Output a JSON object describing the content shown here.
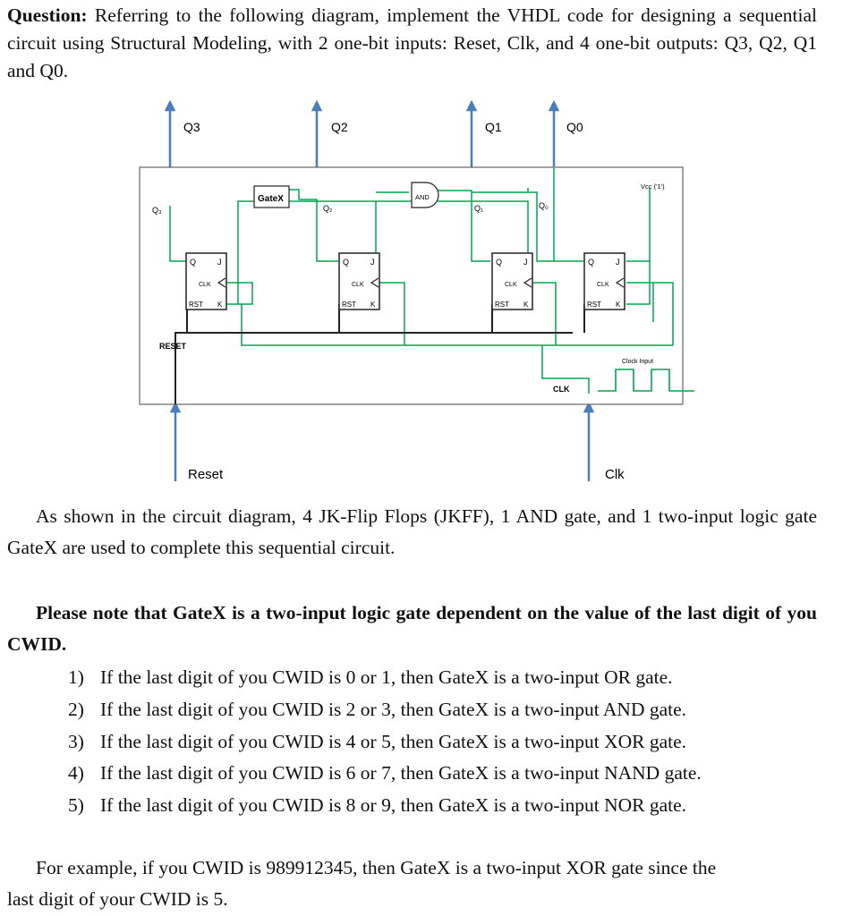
{
  "question": {
    "label": "Question:",
    "text": "Referring to the following diagram, implement the VHDL code for designing a sequential circuit using Structural Modeling, with 2 one-bit inputs: Reset, Clk, and 4 one-bit outputs: Q3, Q2, Q1 and Q0."
  },
  "diagram": {
    "outputs": [
      "Q3",
      "Q2",
      "Q1",
      "Q0"
    ],
    "inputs": {
      "reset": "Reset",
      "clk": "Clk"
    },
    "inner": {
      "q3": "Q₃",
      "q2": "Q₂",
      "q1": "Q₁",
      "q0": "Q₀",
      "gatex": "GateX",
      "and": "AND",
      "vcc": "Vcc ('1')",
      "reset": "RESET",
      "clk": "CLK",
      "clock_input": "Clock Input"
    },
    "ff_pins": {
      "q": "Q",
      "j": "J",
      "clk": "CLK",
      "rst": "RST",
      "k": "K"
    },
    "colors": {
      "wire": "#00a651",
      "arrow": "#4a7ebb",
      "bus": "#222222"
    }
  },
  "description": "As shown in the circuit diagram, 4 JK-Flip Flops (JKFF), 1 AND gate, and 1 two-input logic gate GateX are used to complete this sequential circuit.",
  "note": "Please note that GateX is a two-input logic gate dependent on the value of the last digit of you CWID.",
  "rules": [
    {
      "num": "1)",
      "text": "If the last digit of you CWID is 0 or 1, then GateX is a two-input OR gate."
    },
    {
      "num": "2)",
      "text": "If the last digit of you CWID is 2 or 3, then GateX is a two-input AND gate."
    },
    {
      "num": "3)",
      "text": "If the last digit of you CWID is 4 or 5, then GateX is a two-input XOR gate."
    },
    {
      "num": "4)",
      "text": "If the last digit of you CWID is 6 or 7, then GateX is a two-input NAND gate."
    },
    {
      "num": "5)",
      "text": "If the last digit of you CWID is 8 or 9, then GateX is a two-input NOR gate."
    }
  ],
  "example": {
    "line1": "For example, if you CWID is 989912345, then GateX is a two-input XOR gate since the",
    "line2": "last digit of your CWID is 5."
  }
}
